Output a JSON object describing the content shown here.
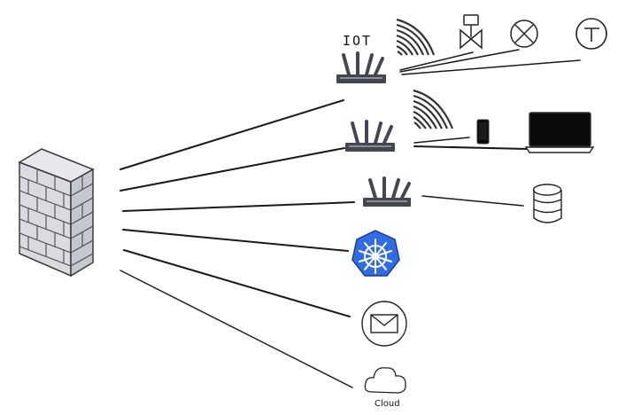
{
  "labels": {
    "iot": "IOT",
    "cloud": "Cloud"
  },
  "colors": {
    "line": "#1a1a1a",
    "wall_fill": "#d9dbe0",
    "wall_stroke": "#3a3a3a",
    "router": "#444750",
    "k8s_fill": "#326ce5",
    "device_fill": "#0a0a0a",
    "background": "#ffffff"
  },
  "nodes": [
    {
      "id": "firewall",
      "icon": "brick-wall-icon"
    },
    {
      "id": "router-iot",
      "icon": "router-icon"
    },
    {
      "id": "router-wifi",
      "icon": "router-icon"
    },
    {
      "id": "router-db",
      "icon": "router-icon"
    },
    {
      "id": "kubernetes",
      "icon": "kubernetes-helm-icon"
    },
    {
      "id": "email",
      "icon": "envelope-circle-icon"
    },
    {
      "id": "cloud",
      "icon": "cloud-icon"
    },
    {
      "id": "iot-wireless",
      "icon": "wireless-signal-icon"
    },
    {
      "id": "valve",
      "icon": "valve-actuator-icon"
    },
    {
      "id": "lamp",
      "icon": "lamp-x-circle-icon"
    },
    {
      "id": "thermometer",
      "icon": "temperature-sensor-icon"
    },
    {
      "id": "wifi-wireless",
      "icon": "wireless-signal-icon"
    },
    {
      "id": "phone",
      "icon": "smartphone-icon"
    },
    {
      "id": "laptop",
      "icon": "laptop-icon"
    },
    {
      "id": "database",
      "icon": "database-icon"
    }
  ],
  "edges": [
    {
      "from": "firewall",
      "to": "router-iot"
    },
    {
      "from": "firewall",
      "to": "router-wifi"
    },
    {
      "from": "firewall",
      "to": "router-db"
    },
    {
      "from": "firewall",
      "to": "kubernetes"
    },
    {
      "from": "firewall",
      "to": "email"
    },
    {
      "from": "firewall",
      "to": "cloud"
    },
    {
      "from": "router-iot",
      "to": "valve"
    },
    {
      "from": "router-iot",
      "to": "lamp"
    },
    {
      "from": "router-iot",
      "to": "thermometer"
    },
    {
      "from": "router-wifi",
      "to": "phone"
    },
    {
      "from": "router-wifi",
      "to": "laptop"
    },
    {
      "from": "router-db",
      "to": "database"
    }
  ]
}
